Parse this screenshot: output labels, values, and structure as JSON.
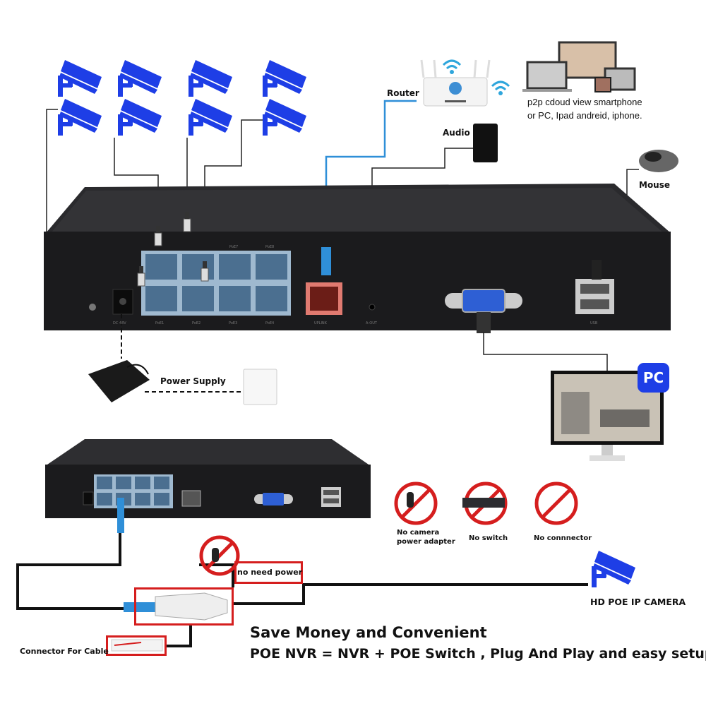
{
  "colors": {
    "camera_blue": "#1e3ee6",
    "nvr_body": "#1b1b1d",
    "poe_ports": "#9fb9cf",
    "uplink": "#b43a2e",
    "cable_blue": "#2f8fd8",
    "prohibit_red": "#d51e1e"
  },
  "icons": [
    "ip-camera-icon",
    "router-icon",
    "wifi-icon",
    "devices-icon",
    "speaker-icon",
    "mouse-icon",
    "power-adapter-icon",
    "wall-outlet-icon",
    "monitor-icon",
    "prohibited-icon"
  ],
  "labels": {
    "router": "Router",
    "audio": "Audio",
    "mouse": "Mouse",
    "p2p_line1": "p2p cdoud view smartphone",
    "p2p_line2": "or PC, Ipad andreid, iphone.",
    "power_supply": "Power Supply",
    "pc": "PC",
    "no_camera_adapter_1": "No camera",
    "no_camera_adapter_2": "power adapter",
    "no_switch": "No switch",
    "no_connector": "No connnector",
    "no_need_power": "no need power",
    "hd_poe_camera": "HD POE IP CAMERA",
    "connector_for_cable": "Connector For Cable"
  },
  "nvr_ports": {
    "dc": "DC 48V",
    "poe1": "PoE1",
    "poe2": "PoE2",
    "poe3": "PoE3",
    "poe4": "PoE4",
    "poe7": "PoE7",
    "poe8": "PoE8",
    "uplink": "UPLINK",
    "aout": "A-OUT",
    "usb": "USB"
  },
  "headline": {
    "line1": "Save Money and Convenient",
    "line2": "POE NVR = NVR + POE Switch , Plug And Play and easy setup."
  }
}
